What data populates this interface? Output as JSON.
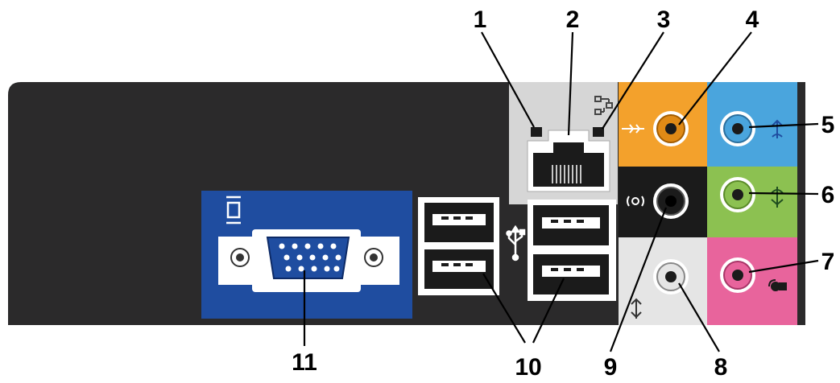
{
  "diagram": {
    "callouts": [
      {
        "id": "1"
      },
      {
        "id": "2"
      },
      {
        "id": "3"
      },
      {
        "id": "4"
      },
      {
        "id": "5"
      },
      {
        "id": "6"
      },
      {
        "id": "7"
      },
      {
        "id": "8"
      },
      {
        "id": "9"
      },
      {
        "id": "10"
      },
      {
        "id": "11"
      }
    ],
    "colors": {
      "panel": "#2b2a2b",
      "vga_block": "#1f4da0",
      "orange_jack": "#f3a12c",
      "blue_jack": "#4aa5dd",
      "green_jack": "#8cc151",
      "pink_jack": "#e8649c",
      "gray_block": "#e5e5e5",
      "black_block": "#1b1b1b"
    },
    "icons": [
      "monitor-icon",
      "network-icon",
      "line-out-icon",
      "line-in-icon",
      "headphone-icon",
      "microphone-icon",
      "usb-icon",
      "surround-icon",
      "subwoofer-icon"
    ]
  }
}
